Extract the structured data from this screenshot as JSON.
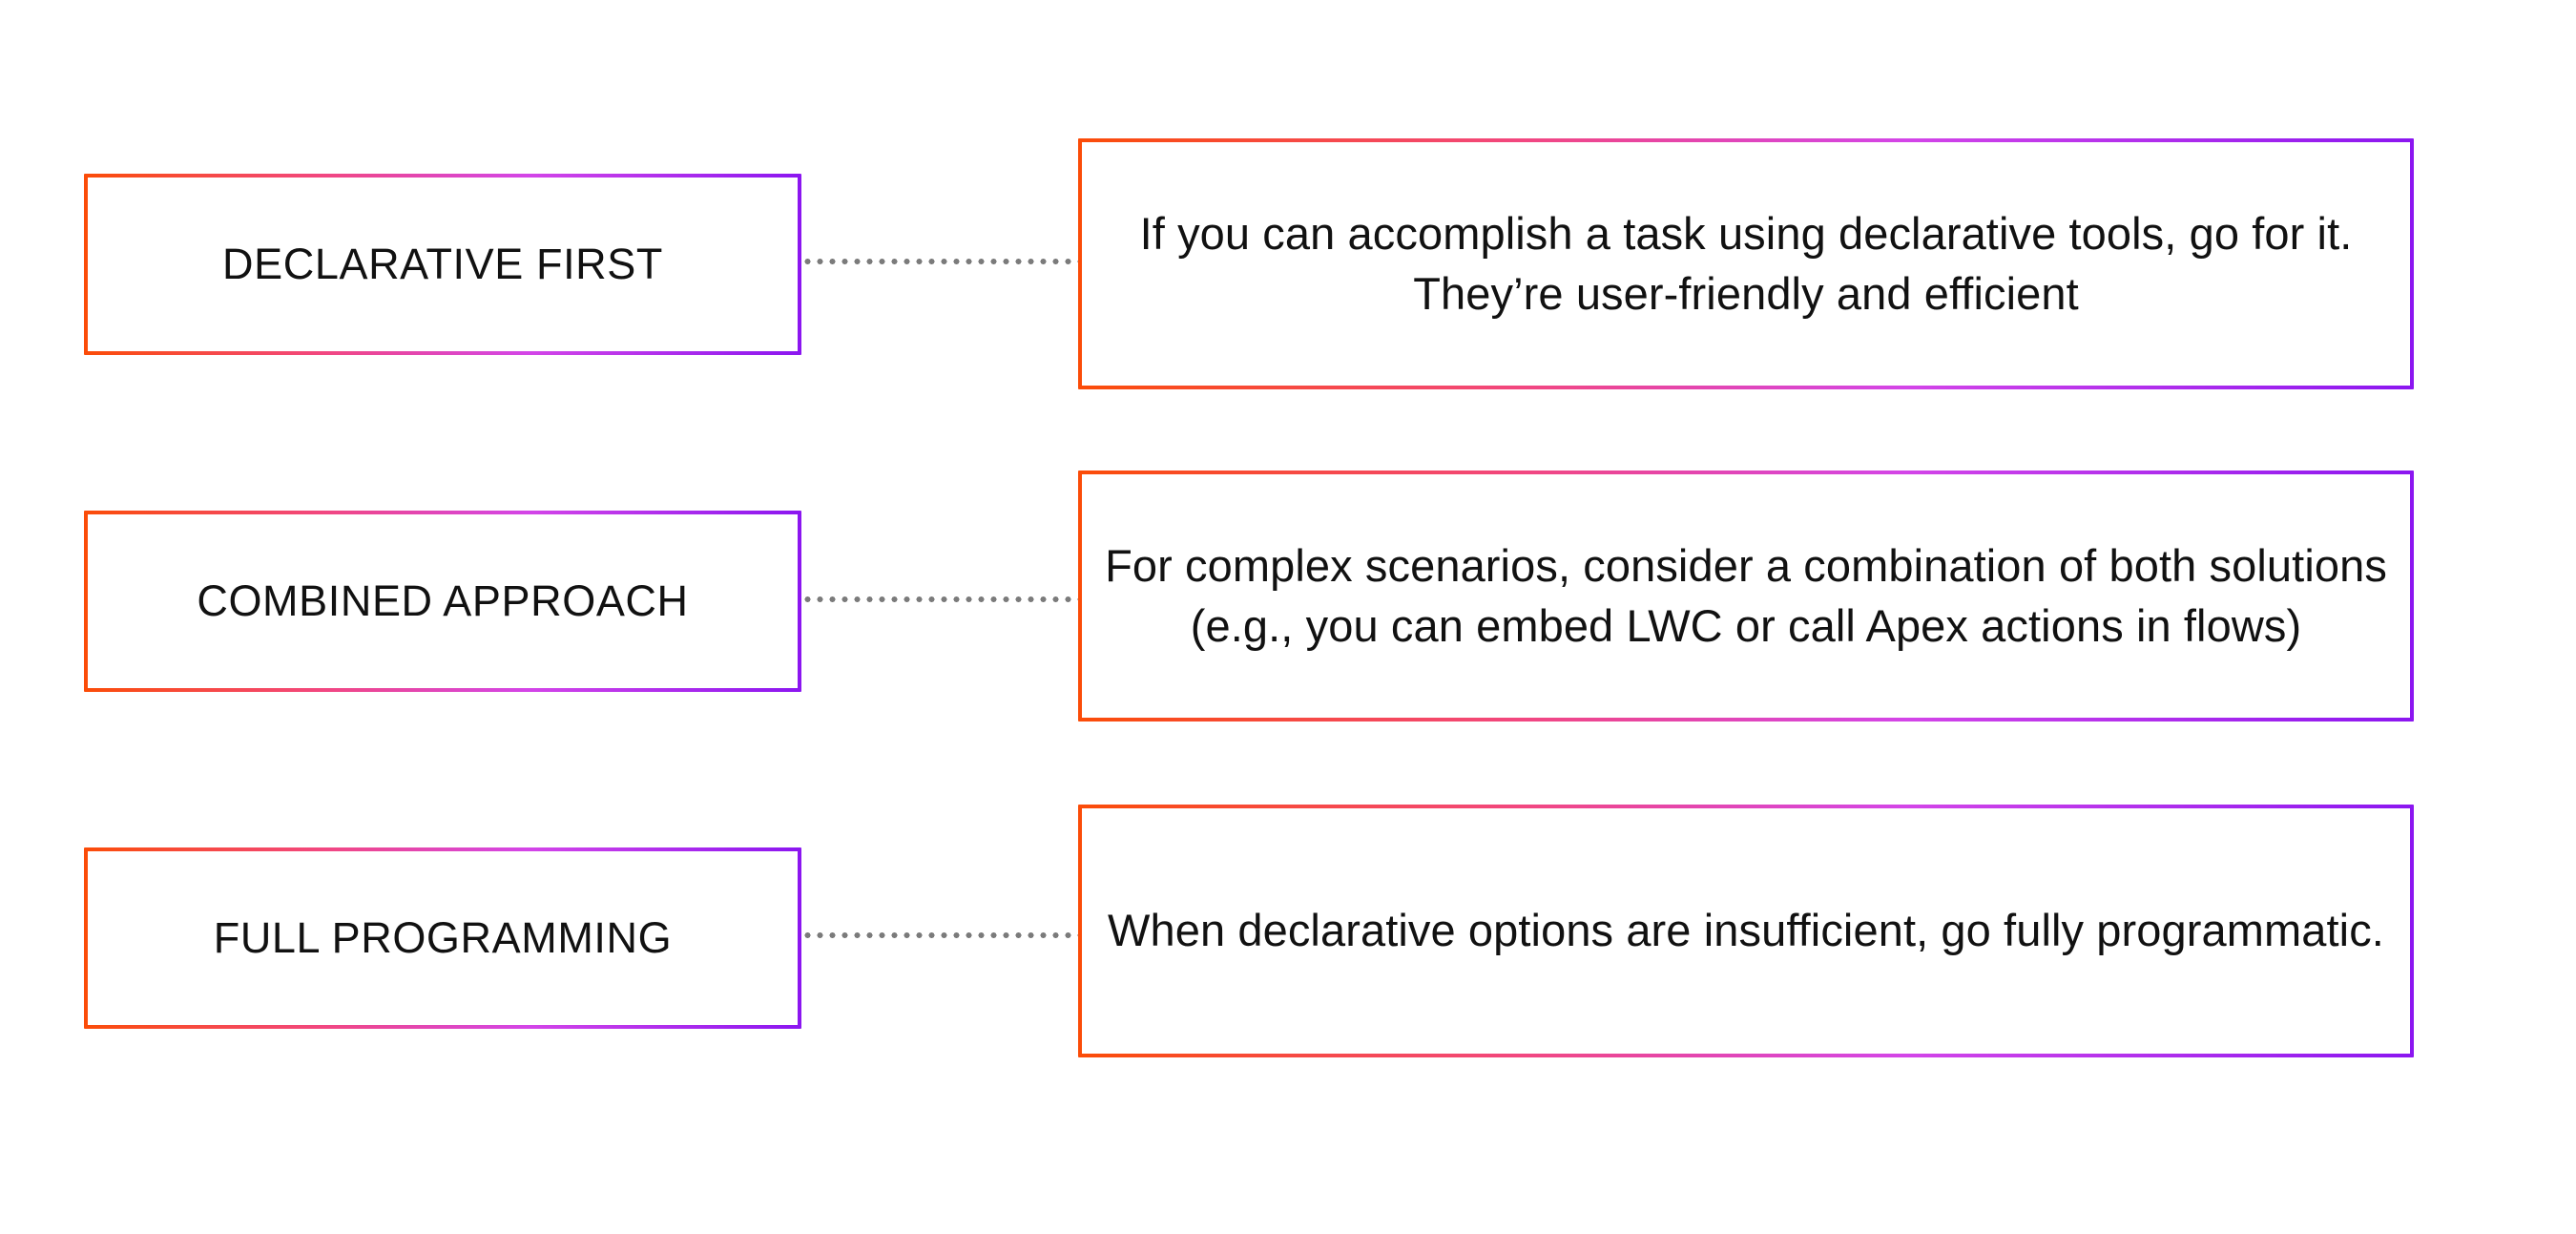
{
  "theme": {
    "background": "#ffffff",
    "gradient_start": "#fb4c08",
    "gradient_mid": "#f2477f",
    "gradient_end": "#8b16f0",
    "text_color": "#111111",
    "connector_color": "#7b7b7b"
  },
  "rows": [
    {
      "label": "DECLARATIVE FIRST",
      "description": "If you can accomplish a task using declarative tools, go for it. They’re user-friendly and efficient",
      "connector": "dotted-line"
    },
    {
      "label": "COMBINED APPROACH",
      "description": "For complex scenarios, consider a combination of both solutions (e.g., you can embed LWC or call Apex actions in flows)",
      "connector": "dotted-line"
    },
    {
      "label": "FULL PROGRAMMING",
      "description": "When declarative options are insufficient, go fully programmatic.",
      "connector": "dotted-line"
    }
  ]
}
